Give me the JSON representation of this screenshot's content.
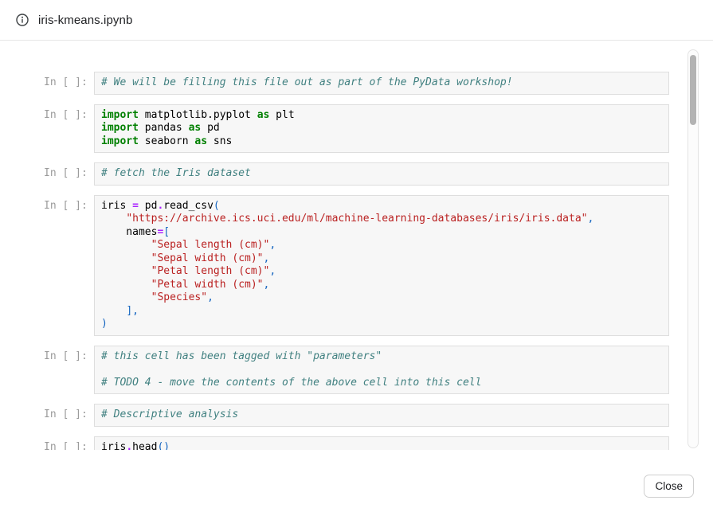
{
  "header": {
    "title": "iris-kmeans.ipynb",
    "icon": "info-icon"
  },
  "footer": {
    "close_label": "Close"
  },
  "colors": {
    "keyword": "#008000",
    "operator": "#AA22FF",
    "string": "#BA2121",
    "comment": "#408080",
    "punctuation": "#1565c0",
    "cell_background": "#f7f7f7",
    "cell_border": "#dedede",
    "prompt_gray": "#9b9b9b"
  },
  "notebook": {
    "prompt": "In [ ]:",
    "cells": [
      {
        "lines": [
          [
            {
              "t": "com",
              "v": "# We will be filling this file out as part of the PyData workshop!"
            }
          ]
        ]
      },
      {
        "lines": [
          [
            {
              "t": "kw",
              "v": "import"
            },
            {
              "t": "txt",
              "v": " matplotlib.pyplot "
            },
            {
              "t": "kw",
              "v": "as"
            },
            {
              "t": "txt",
              "v": " plt"
            }
          ],
          [
            {
              "t": "kw",
              "v": "import"
            },
            {
              "t": "txt",
              "v": " pandas "
            },
            {
              "t": "kw",
              "v": "as"
            },
            {
              "t": "txt",
              "v": " pd"
            }
          ],
          [
            {
              "t": "kw",
              "v": "import"
            },
            {
              "t": "txt",
              "v": " seaborn "
            },
            {
              "t": "kw",
              "v": "as"
            },
            {
              "t": "txt",
              "v": " sns"
            }
          ]
        ]
      },
      {
        "lines": [
          [
            {
              "t": "com",
              "v": "# fetch the Iris dataset"
            }
          ]
        ]
      },
      {
        "lines": [
          [
            {
              "t": "txt",
              "v": "iris "
            },
            {
              "t": "op",
              "v": "="
            },
            {
              "t": "txt",
              "v": " pd"
            },
            {
              "t": "op",
              "v": "."
            },
            {
              "t": "txt",
              "v": "read_csv"
            },
            {
              "t": "pun",
              "v": "("
            }
          ],
          [
            {
              "t": "txt",
              "v": "    "
            },
            {
              "t": "str",
              "v": "\"https://archive.ics.uci.edu/ml/machine-learning-databases/iris/iris.data\""
            },
            {
              "t": "pun",
              "v": ","
            }
          ],
          [
            {
              "t": "txt",
              "v": "    names"
            },
            {
              "t": "op",
              "v": "="
            },
            {
              "t": "pun",
              "v": "["
            }
          ],
          [
            {
              "t": "txt",
              "v": "        "
            },
            {
              "t": "str",
              "v": "\"Sepal length (cm)\""
            },
            {
              "t": "pun",
              "v": ","
            }
          ],
          [
            {
              "t": "txt",
              "v": "        "
            },
            {
              "t": "str",
              "v": "\"Sepal width (cm)\""
            },
            {
              "t": "pun",
              "v": ","
            }
          ],
          [
            {
              "t": "txt",
              "v": "        "
            },
            {
              "t": "str",
              "v": "\"Petal length (cm)\""
            },
            {
              "t": "pun",
              "v": ","
            }
          ],
          [
            {
              "t": "txt",
              "v": "        "
            },
            {
              "t": "str",
              "v": "\"Petal width (cm)\""
            },
            {
              "t": "pun",
              "v": ","
            }
          ],
          [
            {
              "t": "txt",
              "v": "        "
            },
            {
              "t": "str",
              "v": "\"Species\""
            },
            {
              "t": "pun",
              "v": ","
            }
          ],
          [
            {
              "t": "txt",
              "v": "    "
            },
            {
              "t": "pun",
              "v": "],"
            }
          ],
          [
            {
              "t": "pun",
              "v": ")"
            }
          ]
        ]
      },
      {
        "lines": [
          [
            {
              "t": "com",
              "v": "# this cell has been tagged with \"parameters\""
            }
          ],
          [],
          [
            {
              "t": "com",
              "v": "# TODO 4 - move the contents of the above cell into this cell"
            }
          ]
        ]
      },
      {
        "lines": [
          [
            {
              "t": "com",
              "v": "# Descriptive analysis"
            }
          ]
        ]
      },
      {
        "lines": [
          [
            {
              "t": "txt",
              "v": "iris"
            },
            {
              "t": "op",
              "v": "."
            },
            {
              "t": "txt",
              "v": "head"
            },
            {
              "t": "pun",
              "v": "()"
            }
          ]
        ]
      }
    ]
  }
}
